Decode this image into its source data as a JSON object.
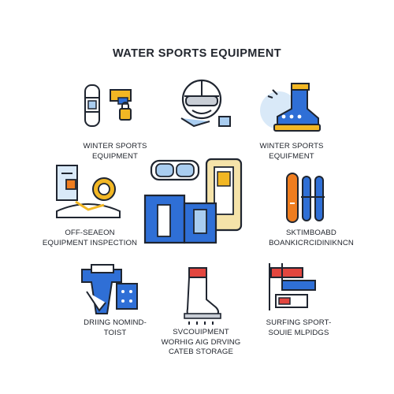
{
  "page": {
    "title": "WATER SPORTS EQUIPMENT"
  },
  "items": [
    {
      "lines": [
        "WINTER SPORTS",
        "EQUIPMENT"
      ]
    },
    {
      "lines": [
        "WINTER SPORTS",
        "EQUIFMENT"
      ]
    },
    {
      "lines": [
        "OFF-SEAEON",
        "EQUIPMENT INSPECTION"
      ]
    },
    {
      "lines": [
        "SKTIMBOABD",
        "BOANKICRCIDINIKNCN"
      ]
    },
    {
      "lines": [
        "DRIING NOMIND-",
        "TOIST"
      ]
    },
    {
      "lines": [
        "SVCOUIPMENT",
        "WORHIG AIG DRVING",
        "CATEB STORAGE"
      ]
    },
    {
      "lines": [
        "SURFING SPORT-",
        "SOUIE MLPIDGS"
      ]
    }
  ],
  "colors": {
    "outline": "#1f2530",
    "blue": "#2f6fd6",
    "light_blue": "#a9cdf0",
    "yellow": "#f2b724",
    "orange": "#ef7d1f",
    "red": "#e2463f",
    "gray": "#c9ced6"
  },
  "icons": [
    "ski-pass-icon",
    "ski-helmet-goggles-icon",
    "ski-boot-icon",
    "inspection-gear-icon",
    "goggles-icon",
    "snowboard-icon",
    "wetsuit-icon",
    "dry-sock-icon",
    "storage-rack-icon"
  ]
}
